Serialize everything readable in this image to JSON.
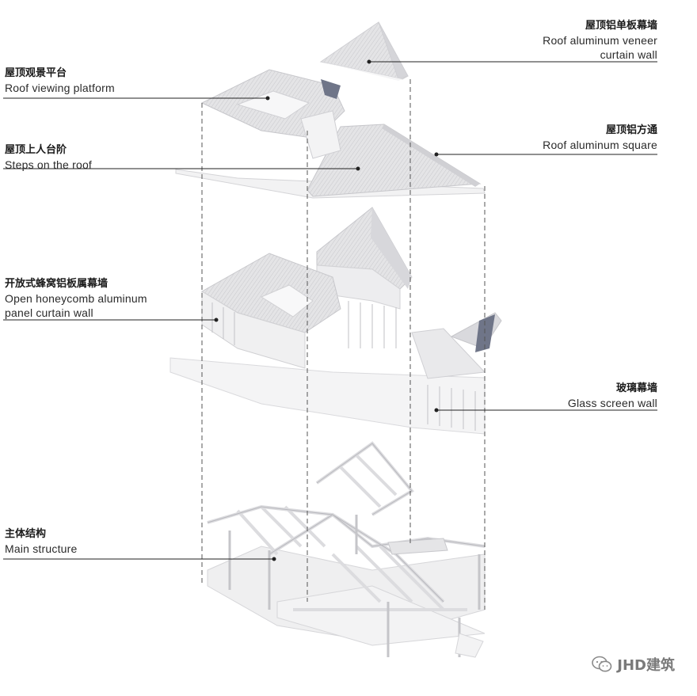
{
  "labels": {
    "roof_veneer": {
      "zh": "屋顶铝单板幕墙",
      "en1": "Roof aluminum veneer",
      "en2": "curtain wall"
    },
    "viewing_platform": {
      "zh": "屋顶观景平台",
      "en1": "Roof viewing platform"
    },
    "roof_square": {
      "zh": "屋顶铝方通",
      "en1": "Roof aluminum square"
    },
    "roof_steps": {
      "zh": "屋顶上人台阶",
      "en1": "Steps on the roof"
    },
    "honeycomb": {
      "zh": "开放式蜂窝铝板属幕墙",
      "en1": "Open honeycomb aluminum",
      "en2": "panel curtain wall"
    },
    "glass_wall": {
      "zh": "玻璃幕墙",
      "en1": "Glass screen wall"
    },
    "main_structure": {
      "zh": "主体结构",
      "en1": "Main structure"
    }
  },
  "watermark": {
    "text": "JHD建筑",
    "icon": "wechat-icon"
  },
  "colors": {
    "line": "#333333",
    "dash": "#555555",
    "panel": "#e6e6e8",
    "shade": "#c9c9cd",
    "dark": "#7b8090"
  }
}
